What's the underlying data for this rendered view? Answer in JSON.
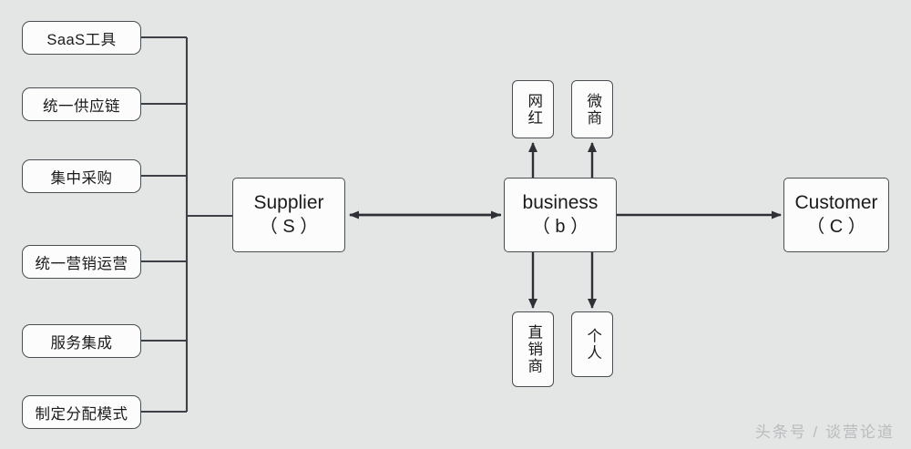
{
  "diagram": {
    "background_color": "#e4e5e5",
    "line_color": "#3d4146",
    "box_fill": "#fcfcfc",
    "box_border": "#4a4e52",
    "left_branch": {
      "items": [
        {
          "label": "SaaS工具"
        },
        {
          "label": "统一供应链"
        },
        {
          "label": "集中采购"
        },
        {
          "label": "统一营销运营"
        },
        {
          "label": "服务集成"
        },
        {
          "label": "制定分配模式"
        }
      ]
    },
    "main_chain": {
      "supplier": {
        "title": "Supplier",
        "sub": "（ S ）"
      },
      "business": {
        "title": "business",
        "sub": "（ b ）"
      },
      "customer": {
        "title": "Customer",
        "sub": "（ C ）"
      }
    },
    "channels": {
      "top": [
        {
          "label": "网红"
        },
        {
          "label": "微商"
        }
      ],
      "bottom": [
        {
          "label": "直销商"
        },
        {
          "label": "个人"
        }
      ]
    },
    "edges": [
      {
        "name": "supplier-business",
        "type": "bidirectional"
      },
      {
        "name": "business-customer",
        "type": "arrow-right"
      },
      {
        "name": "business-wanghong",
        "type": "arrow-up"
      },
      {
        "name": "business-weishang",
        "type": "arrow-up"
      },
      {
        "name": "business-zhixiaoshang",
        "type": "arrow-down"
      },
      {
        "name": "business-geren",
        "type": "arrow-down"
      }
    ]
  },
  "watermark": {
    "text": "头条号 / 谈营论道"
  }
}
